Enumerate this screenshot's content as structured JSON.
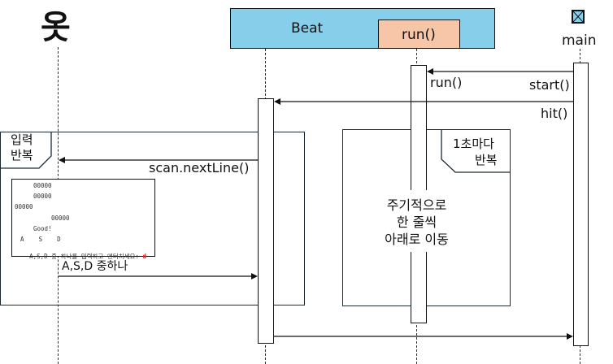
{
  "participants": {
    "user": {
      "glyph": "옷"
    },
    "beat": {
      "label": "Beat",
      "fill": "#87CEEB"
    },
    "run": {
      "label": "run()",
      "fill": "#F7C6A8"
    },
    "main": {
      "label": "main",
      "icon_fill": "#87CEEB"
    }
  },
  "messages": {
    "run_call": "run()",
    "start_call": "start()",
    "hit_call": "hit()",
    "scan_call": "scan.nextLine()",
    "input_return": "A,S,D 중하나"
  },
  "frames": {
    "input_loop": {
      "line1": "입력",
      "line2": "반복"
    },
    "timer_loop": {
      "line1": "1초마다",
      "line2": "반복"
    }
  },
  "note": {
    "line1": "주기적으로",
    "line2": "한 줄씩",
    "line3": "아래로 이동"
  },
  "console": {
    "lines": [
      "00000",
      "00000",
      "00000",
      "00000",
      "Good!",
      "A    S    D"
    ],
    "prompt": "A,S,D 중 하나를 입력하고 엔터치세요: ",
    "input": "d",
    "input_color": "#E02020"
  }
}
